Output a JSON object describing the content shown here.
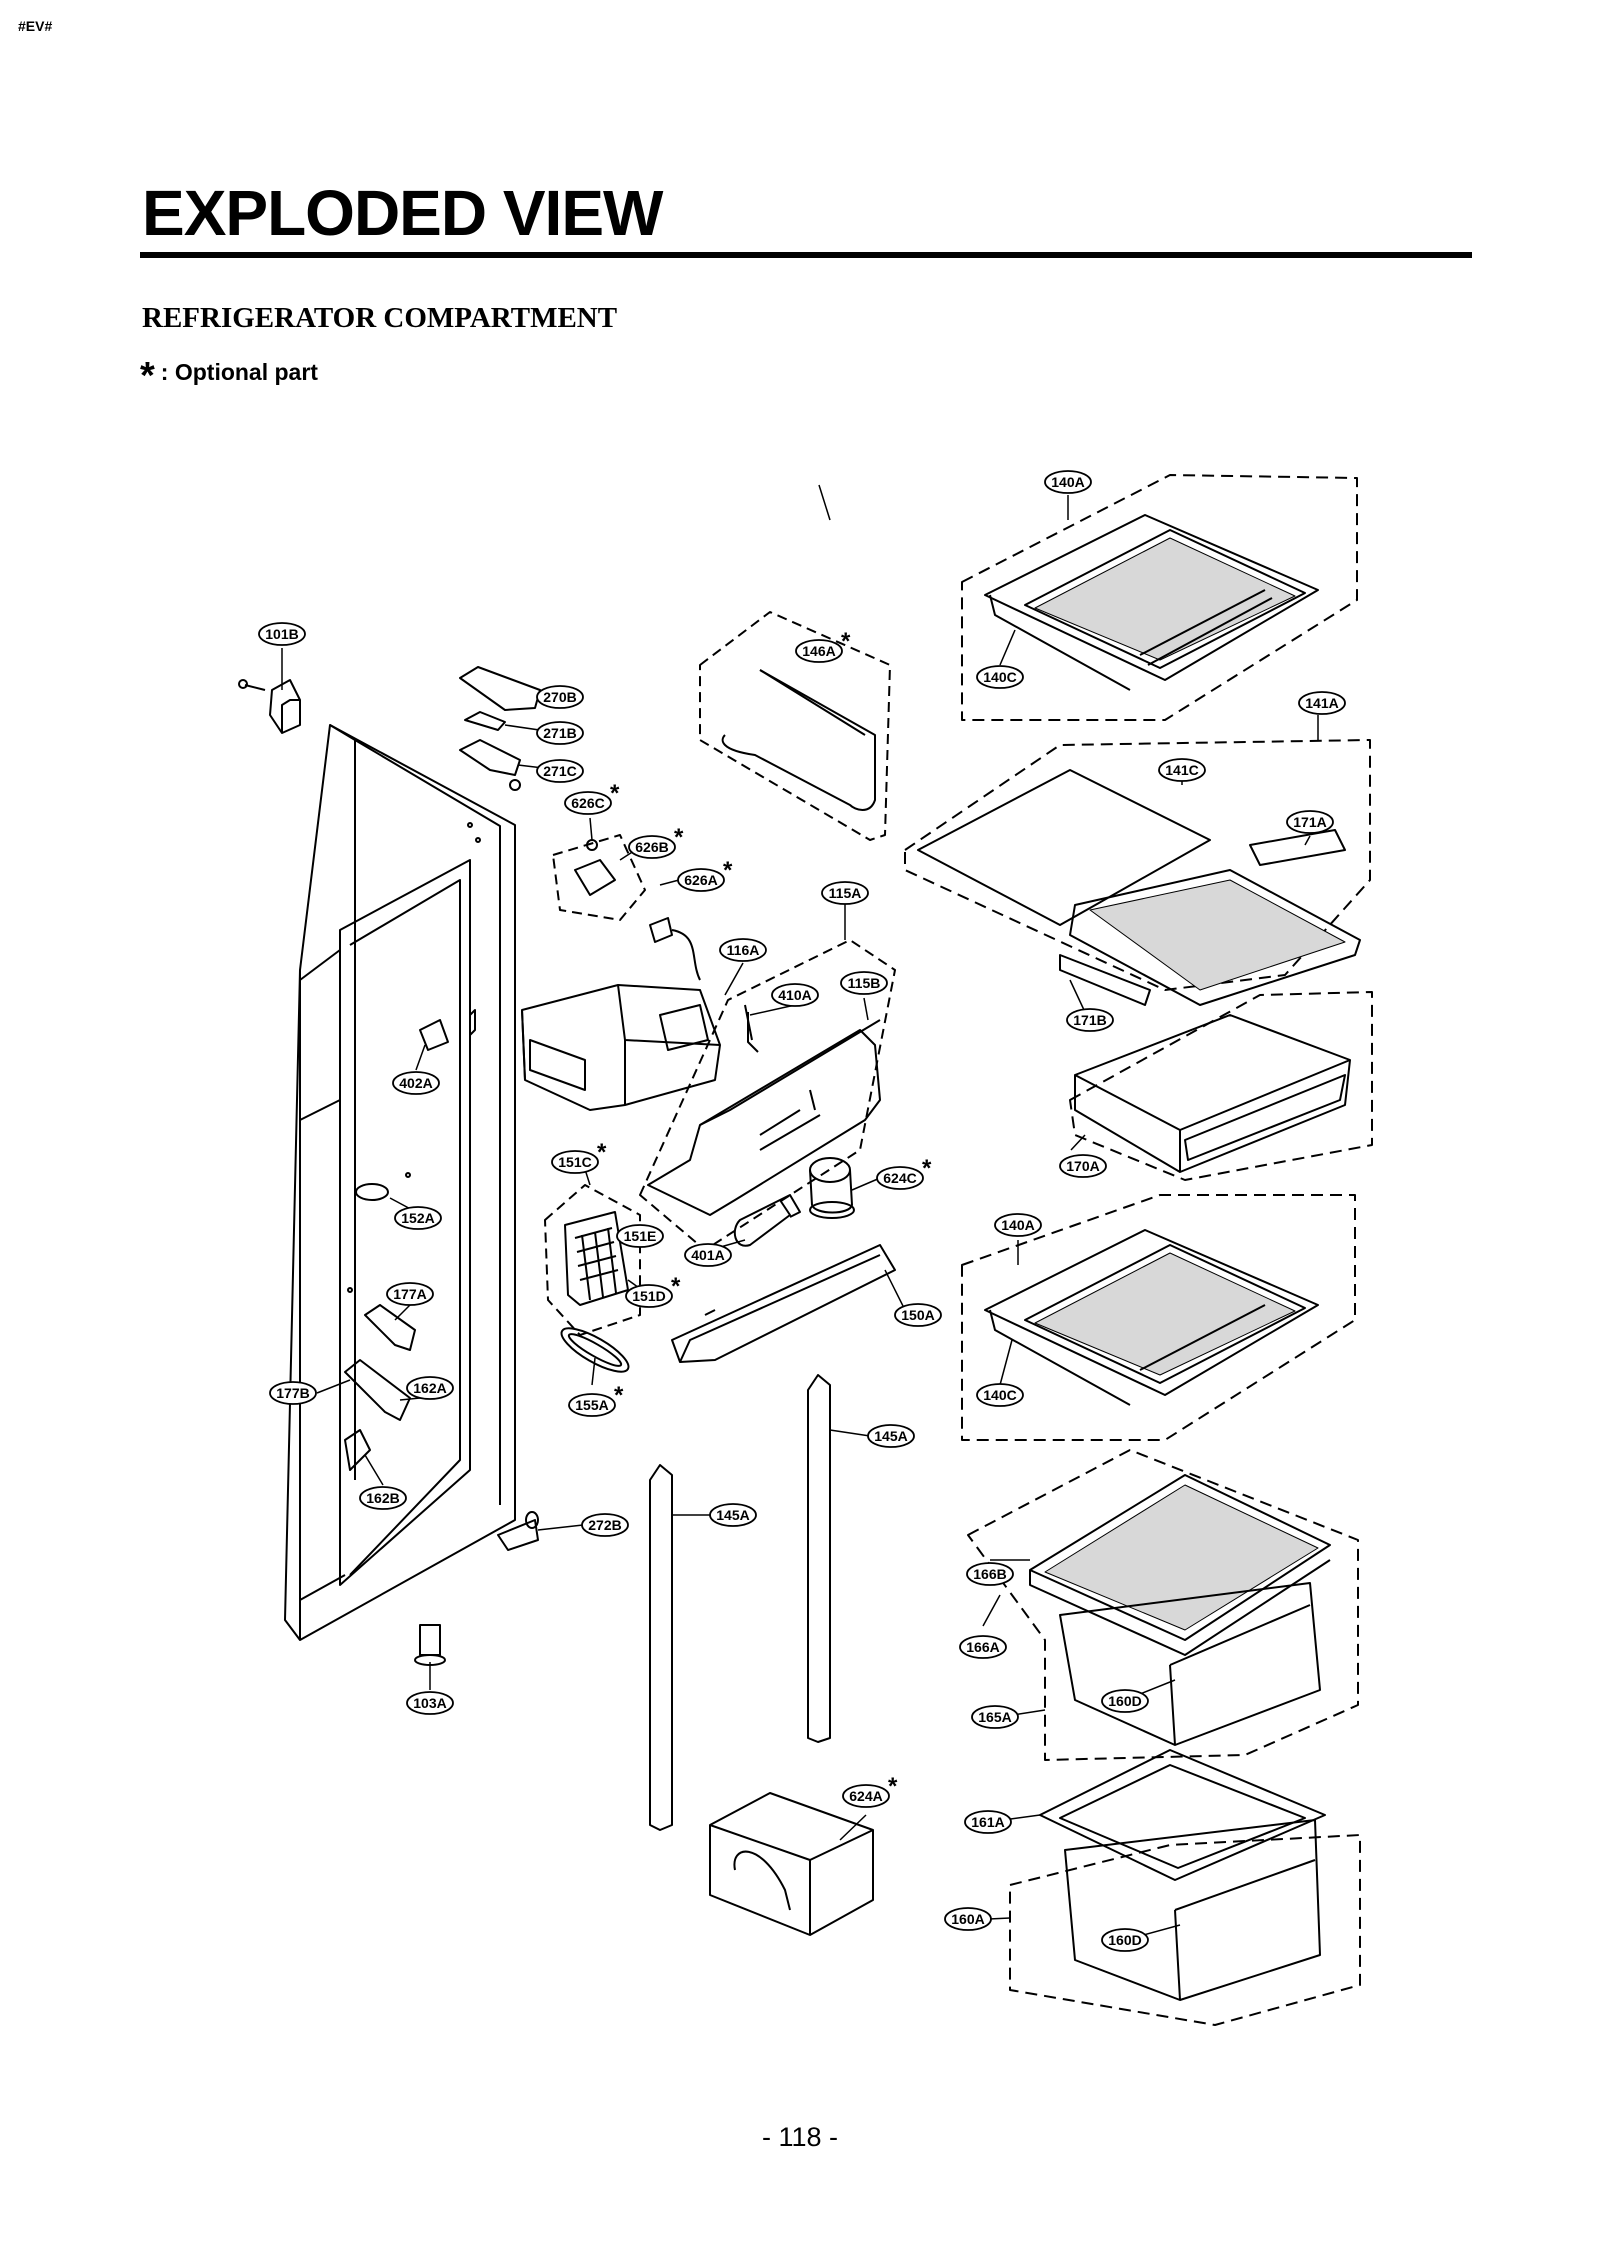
{
  "header": {
    "corner_tag": "#EV#",
    "title": "EXPLODED VIEW",
    "section": "REFRIGERATOR COMPARTMENT",
    "legend_symbol": "*",
    "legend_text": ": Optional part"
  },
  "footer": {
    "page_number": "- 118 -"
  },
  "callouts": [
    {
      "label": "140A",
      "optional": false
    },
    {
      "label": "140C",
      "optional": false
    },
    {
      "label": "141A",
      "optional": false
    },
    {
      "label": "141C",
      "optional": false
    },
    {
      "label": "171A",
      "optional": false
    },
    {
      "label": "171B",
      "optional": false
    },
    {
      "label": "170A",
      "optional": false
    },
    {
      "label": "140A",
      "optional": false
    },
    {
      "label": "140C",
      "optional": false
    },
    {
      "label": "101B",
      "optional": false
    },
    {
      "label": "146A",
      "optional": true
    },
    {
      "label": "270B",
      "optional": false
    },
    {
      "label": "271B",
      "optional": false
    },
    {
      "label": "271C",
      "optional": false
    },
    {
      "label": "626C",
      "optional": true
    },
    {
      "label": "626B",
      "optional": true
    },
    {
      "label": "626A",
      "optional": true
    },
    {
      "label": "115A",
      "optional": false
    },
    {
      "label": "116A",
      "optional": false
    },
    {
      "label": "410A",
      "optional": false
    },
    {
      "label": "115B",
      "optional": false
    },
    {
      "label": "402A",
      "optional": false
    },
    {
      "label": "151C",
      "optional": true
    },
    {
      "label": "624C",
      "optional": true
    },
    {
      "label": "152A",
      "optional": false
    },
    {
      "label": "151E",
      "optional": false
    },
    {
      "label": "401A",
      "optional": false
    },
    {
      "label": "151D",
      "optional": true
    },
    {
      "label": "150A",
      "optional": false
    },
    {
      "label": "177A",
      "optional": false
    },
    {
      "label": "177B",
      "optional": false
    },
    {
      "label": "162A",
      "optional": false
    },
    {
      "label": "155A",
      "optional": true
    },
    {
      "label": "145A",
      "optional": false
    },
    {
      "label": "145A",
      "optional": false
    },
    {
      "label": "162B",
      "optional": false
    },
    {
      "label": "272B",
      "optional": false
    },
    {
      "label": "166B",
      "optional": false
    },
    {
      "label": "166A",
      "optional": false
    },
    {
      "label": "160D",
      "optional": false
    },
    {
      "label": "165A",
      "optional": false
    },
    {
      "label": "103A",
      "optional": false
    },
    {
      "label": "624A",
      "optional": true
    },
    {
      "label": "161A",
      "optional": false
    },
    {
      "label": "160A",
      "optional": false
    },
    {
      "label": "160D",
      "optional": false
    }
  ]
}
